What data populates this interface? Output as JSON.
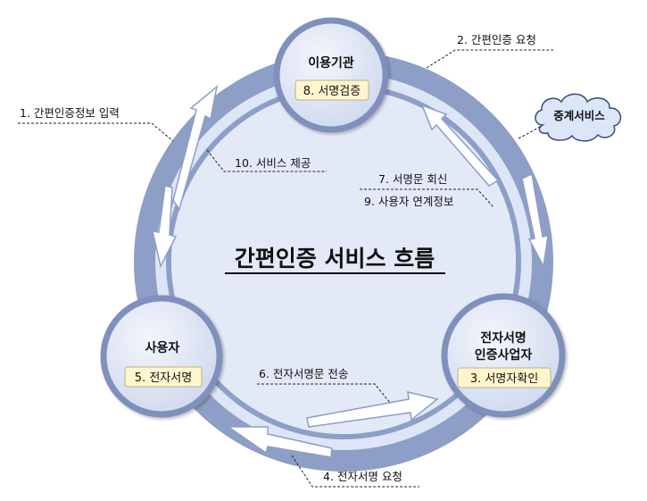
{
  "diagram": {
    "title": "간편인증 서비스 흐름",
    "colors": {
      "ring": "#8d9fc6",
      "ring_inner_fill": "#dde5f6",
      "node_fill": "#dbe2f2",
      "node_stroke": "#8090bc",
      "chip_fill": "#fff6cf",
      "cloud_fill": "#dbe6f9",
      "arrow_fill": "#ffffff"
    },
    "nodes": {
      "institution": {
        "title": "이용기관",
        "step": "8. 서명검증"
      },
      "user": {
        "title": "사용자",
        "step": "5. 전자서명"
      },
      "provider": {
        "title_line1": "전자서명",
        "title_line2": "인증사업자",
        "step": "3. 서명자확인"
      }
    },
    "relay": {
      "label": "중계서비스",
      "icon": "cloud-icon"
    },
    "steps": {
      "s1": "1. 간편인증정보 입력",
      "s2": "2. 간편인증 요청",
      "s4": "4. 전자서명 요청",
      "s6": "6. 전자서명문 전송",
      "s7": "7. 서명문 회신",
      "s9": "9. 사용자 연계정보",
      "s10": "10. 서비스 제공"
    }
  }
}
